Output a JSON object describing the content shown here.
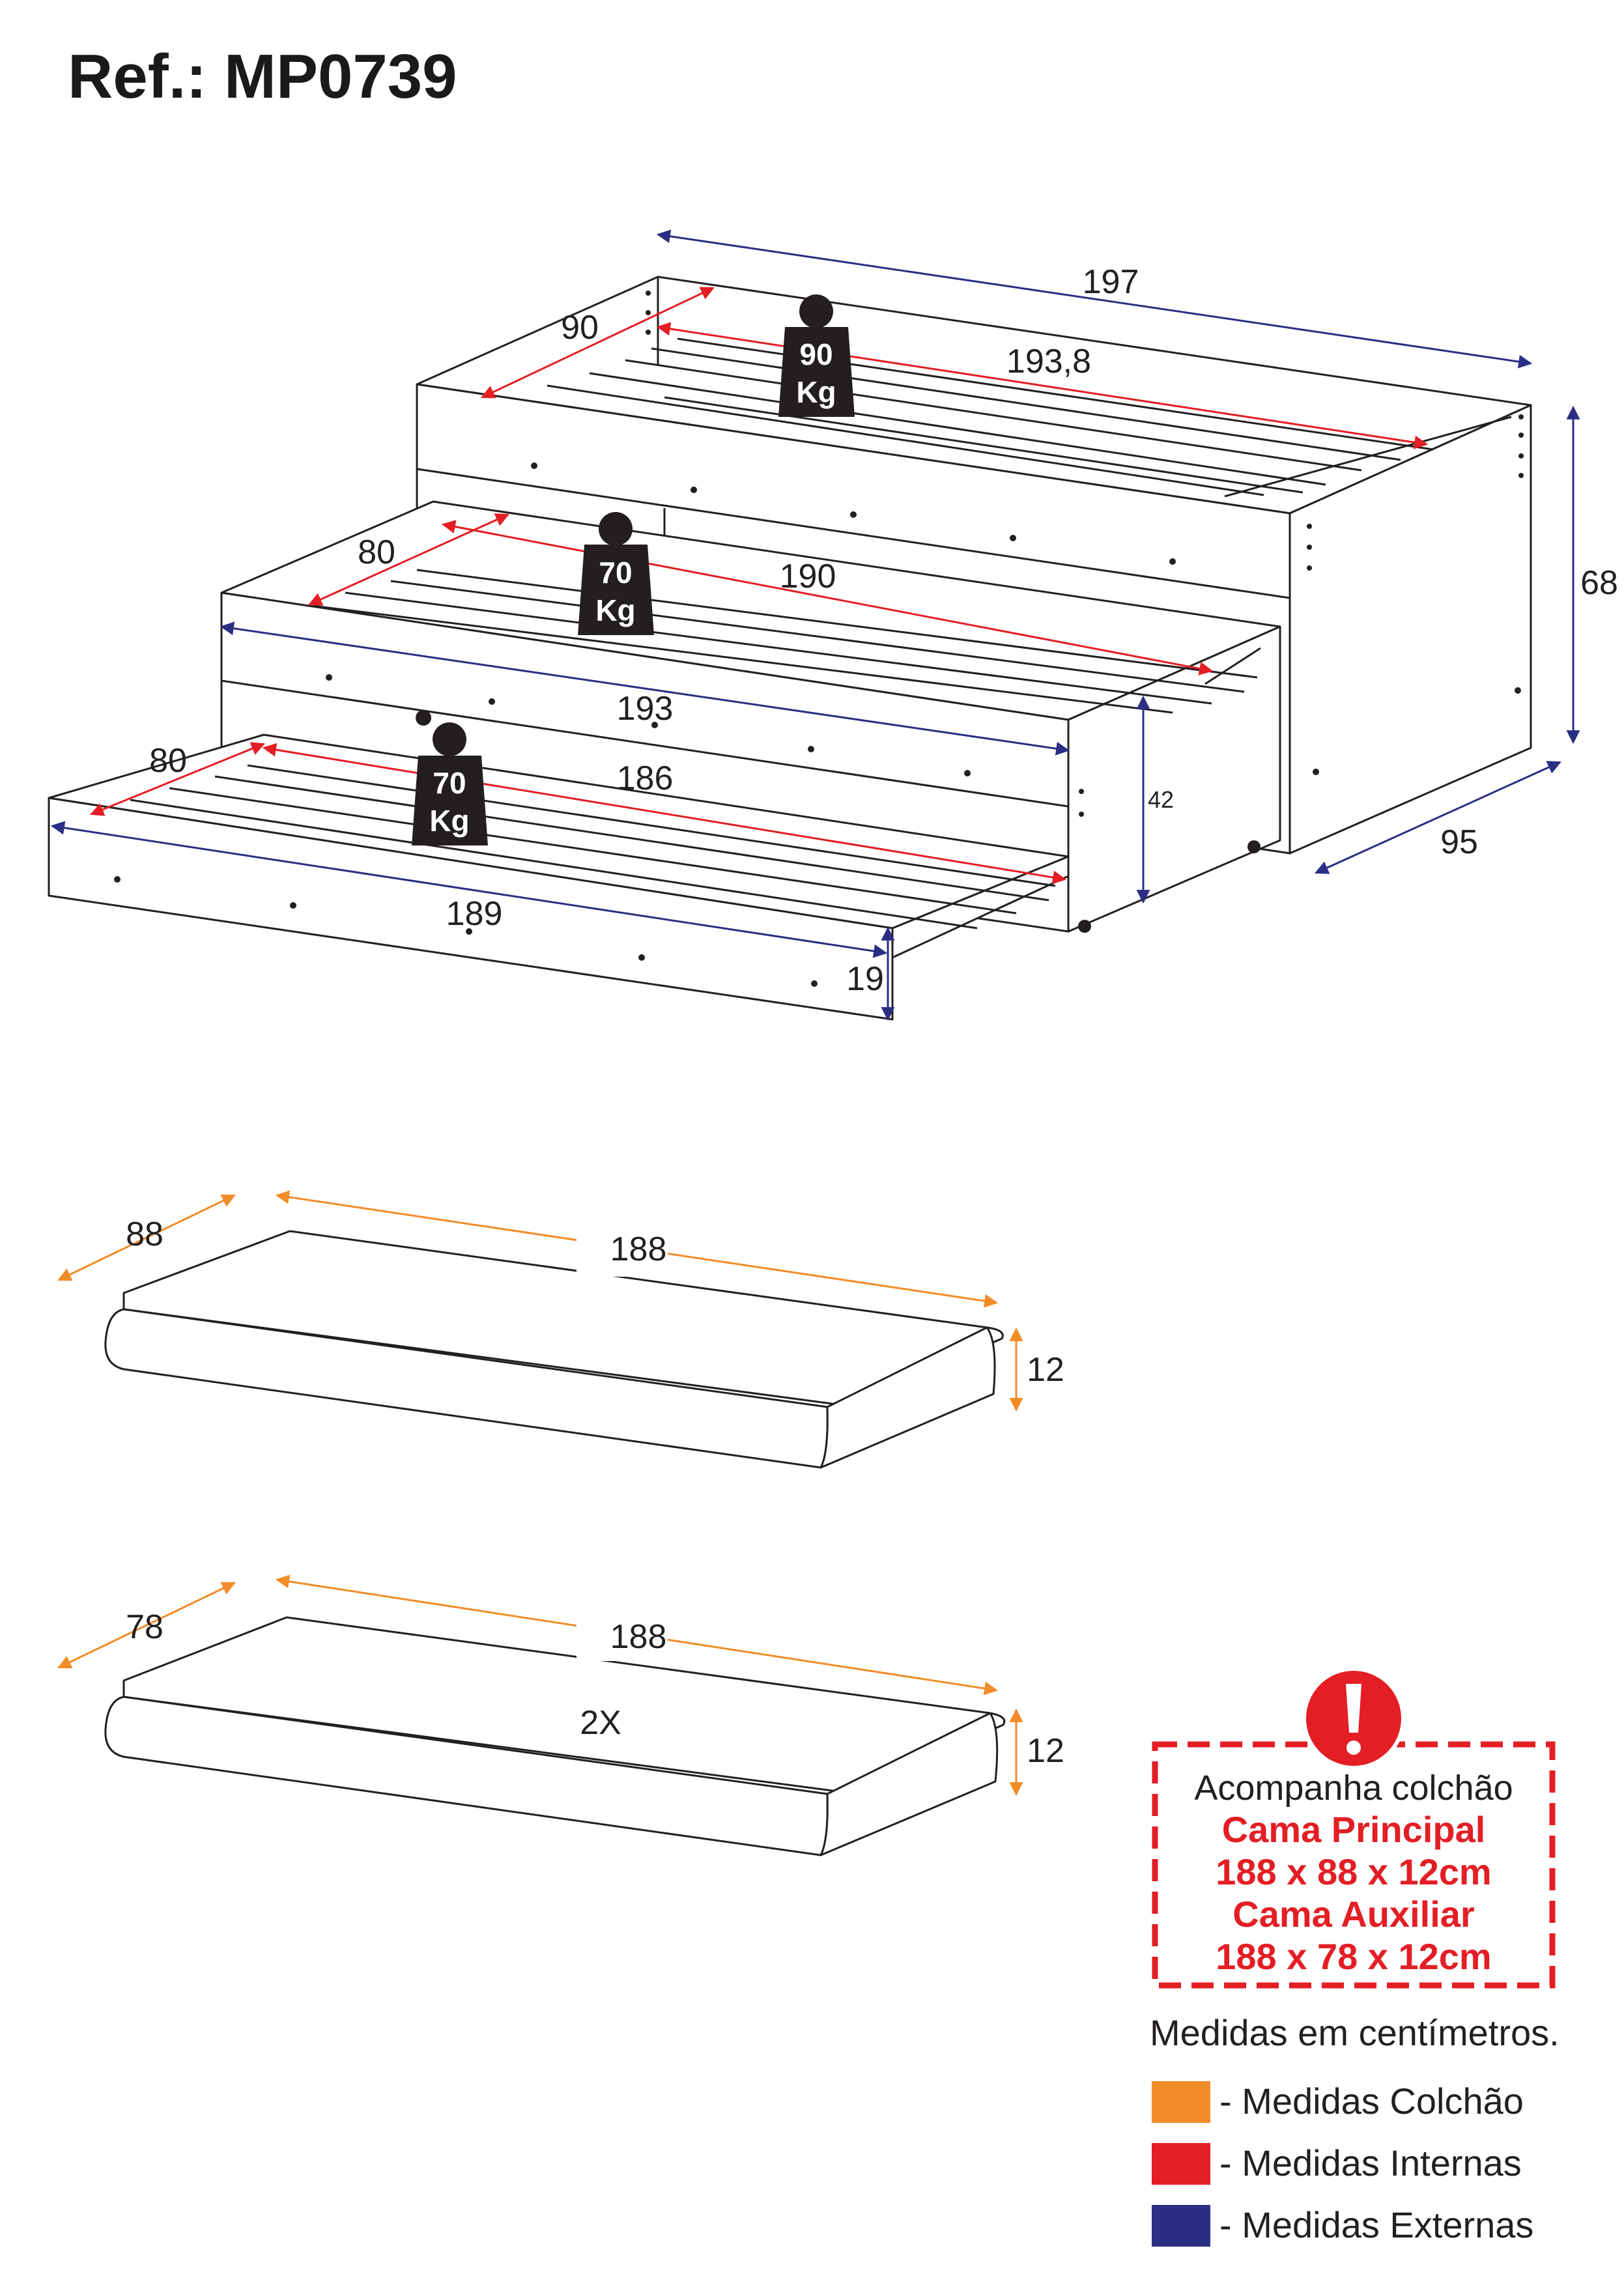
{
  "title": "Ref.: MP0739",
  "colors": {
    "mattress": "#f28c28",
    "internal": "#e31e24",
    "external": "#2b2e83",
    "outline": "#231f20"
  },
  "bed": {
    "external_length": "197",
    "external_height": "68",
    "external_depth": "95",
    "main_bed": {
      "inner_width": "90",
      "inner_length": "193,8",
      "load": "90",
      "load_unit": "Kg"
    },
    "middle_bed": {
      "inner_width": "80",
      "inner_length": "190",
      "outer_length": "193",
      "height": "42",
      "load": "70",
      "load_unit": "Kg"
    },
    "lower_bed": {
      "inner_width": "80",
      "inner_length": "186",
      "outer_length": "189",
      "height": "19",
      "load": "70",
      "load_unit": "Kg"
    }
  },
  "mattresses": [
    {
      "width": "88",
      "length": "188",
      "height": "12",
      "quantity": ""
    },
    {
      "width": "78",
      "length": "188",
      "height": "12",
      "quantity": "2X"
    }
  ],
  "notice": {
    "intro": "Acompanha colchão",
    "lines": [
      "Cama Principal",
      "188 x 88 x 12cm",
      "Cama Auxiliar",
      "188 x 78 x 12cm"
    ]
  },
  "legend": {
    "heading": "Medidas em centímetros.",
    "items": [
      {
        "color": "#f28c28",
        "label": "- Medidas Colchão"
      },
      {
        "color": "#e31e24",
        "label": "- Medidas Internas"
      },
      {
        "color": "#2b2e83",
        "label": "- Medidas Externas"
      }
    ]
  }
}
